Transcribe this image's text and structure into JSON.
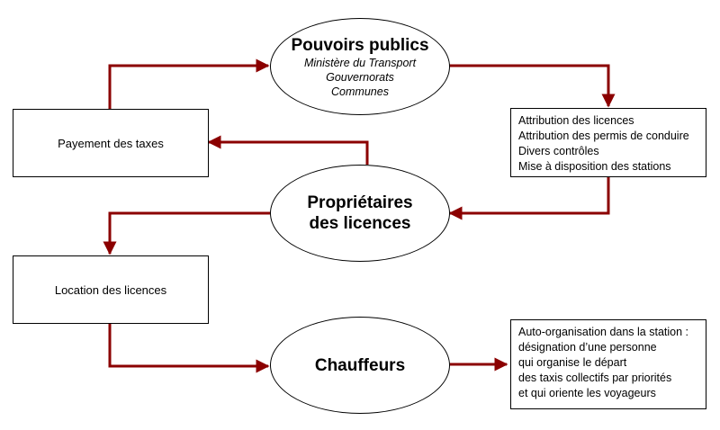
{
  "nodes": {
    "pouvoirs": {
      "title": "Pouvoirs publics",
      "subtitles": [
        "Ministère du Transport",
        "Gouvernorats",
        "Communes"
      ]
    },
    "proprietaires": {
      "title_lines": [
        "Propriétaires",
        "des licences"
      ]
    },
    "chauffeurs": {
      "title": "Chauffeurs"
    },
    "payement": {
      "label": "Payement des taxes"
    },
    "location": {
      "label": "Location des licences"
    },
    "attribution": {
      "lines": [
        "Attribution des licences",
        "Attribution des permis de conduire",
        "Divers contrôles",
        "Mise à disposition des stations"
      ]
    },
    "auto_organisation": {
      "lines": [
        "Auto-organisation dans la station :",
        "désignation d’une personne",
        "qui organise le départ",
        "des taxis collectifs par priorités",
        "et qui oriente les voyageurs"
      ]
    }
  },
  "colors": {
    "arrow": "#8b0000",
    "border": "#000000"
  }
}
